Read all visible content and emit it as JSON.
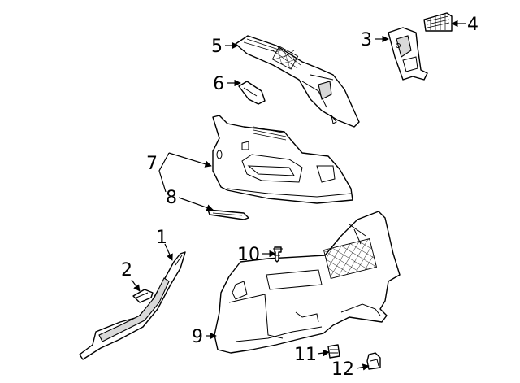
{
  "callouts": {
    "c1": "1",
    "c2": "2",
    "c3": "3",
    "c4": "4",
    "c5": "5",
    "c6": "6",
    "c7": "7",
    "c8": "8",
    "c9": "9",
    "c10": "10",
    "c11": "11",
    "c12": "12"
  },
  "colors": {
    "line": "#000000",
    "background": "#ffffff",
    "shade": "#d9d9d9"
  }
}
